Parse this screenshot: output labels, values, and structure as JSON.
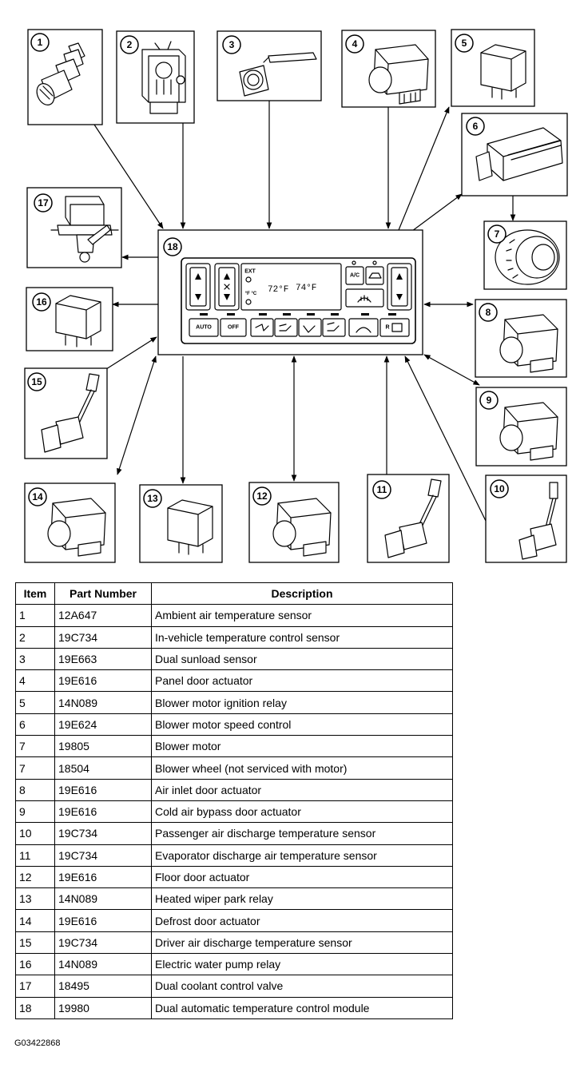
{
  "callouts": [
    {
      "id": "callout-1",
      "label": "1"
    },
    {
      "id": "callout-2",
      "label": "2"
    },
    {
      "id": "callout-3",
      "label": "3"
    },
    {
      "id": "callout-4",
      "label": "4"
    },
    {
      "id": "callout-5",
      "label": "5"
    },
    {
      "id": "callout-6",
      "label": "6"
    },
    {
      "id": "callout-7",
      "label": "7"
    },
    {
      "id": "callout-8",
      "label": "8"
    },
    {
      "id": "callout-9",
      "label": "9"
    },
    {
      "id": "callout-10",
      "label": "10"
    },
    {
      "id": "callout-11",
      "label": "11"
    },
    {
      "id": "callout-12",
      "label": "12"
    },
    {
      "id": "callout-13",
      "label": "13"
    },
    {
      "id": "callout-14",
      "label": "14"
    },
    {
      "id": "callout-15",
      "label": "15"
    },
    {
      "id": "callout-16",
      "label": "16"
    },
    {
      "id": "callout-17",
      "label": "17"
    },
    {
      "id": "callout-18",
      "label": "18"
    }
  ],
  "control_panel": {
    "ext_label": "EXT",
    "temp_unit_label": "°F °C",
    "driver_temp": "72°F",
    "passenger_temp": "74°F",
    "auto_label": "AUTO",
    "off_label": "OFF",
    "ac_label": "A/C",
    "recirc_label": "R"
  },
  "table": {
    "headers": [
      "Item",
      "Part Number",
      "Description"
    ],
    "rows": [
      {
        "item": "1",
        "part": "12A647",
        "desc": "Ambient air temperature sensor"
      },
      {
        "item": "2",
        "part": "19C734",
        "desc": "In-vehicle temperature control sensor"
      },
      {
        "item": "3",
        "part": "19E663",
        "desc": "Dual sunload sensor"
      },
      {
        "item": "4",
        "part": "19E616",
        "desc": "Panel door actuator"
      },
      {
        "item": "5",
        "part": "14N089",
        "desc": "Blower motor ignition relay"
      },
      {
        "item": "6",
        "part": "19E624",
        "desc": "Blower motor speed control"
      },
      {
        "item": "7",
        "part": "19805",
        "desc": "Blower motor"
      },
      {
        "item": "7",
        "part": "18504",
        "desc": "Blower wheel (not serviced with motor)"
      },
      {
        "item": "8",
        "part": "19E616",
        "desc": "Air inlet door actuator"
      },
      {
        "item": "9",
        "part": "19E616",
        "desc": "Cold air bypass door actuator"
      },
      {
        "item": "10",
        "part": "19C734",
        "desc": "Passenger air discharge temperature sensor"
      },
      {
        "item": "11",
        "part": "19C734",
        "desc": "Evaporator discharge air temperature sensor"
      },
      {
        "item": "12",
        "part": "19E616",
        "desc": "Floor door actuator"
      },
      {
        "item": "13",
        "part": "14N089",
        "desc": "Heated wiper park relay"
      },
      {
        "item": "14",
        "part": "19E616",
        "desc": "Defrost door actuator"
      },
      {
        "item": "15",
        "part": "19C734",
        "desc": "Driver air discharge temperature sensor"
      },
      {
        "item": "16",
        "part": "14N089",
        "desc": "Electric water pump relay"
      },
      {
        "item": "17",
        "part": "18495",
        "desc": "Dual coolant control valve"
      },
      {
        "item": "18",
        "part": "19980",
        "desc": "Dual automatic temperature control module"
      }
    ]
  },
  "figure_id": "G03422868"
}
